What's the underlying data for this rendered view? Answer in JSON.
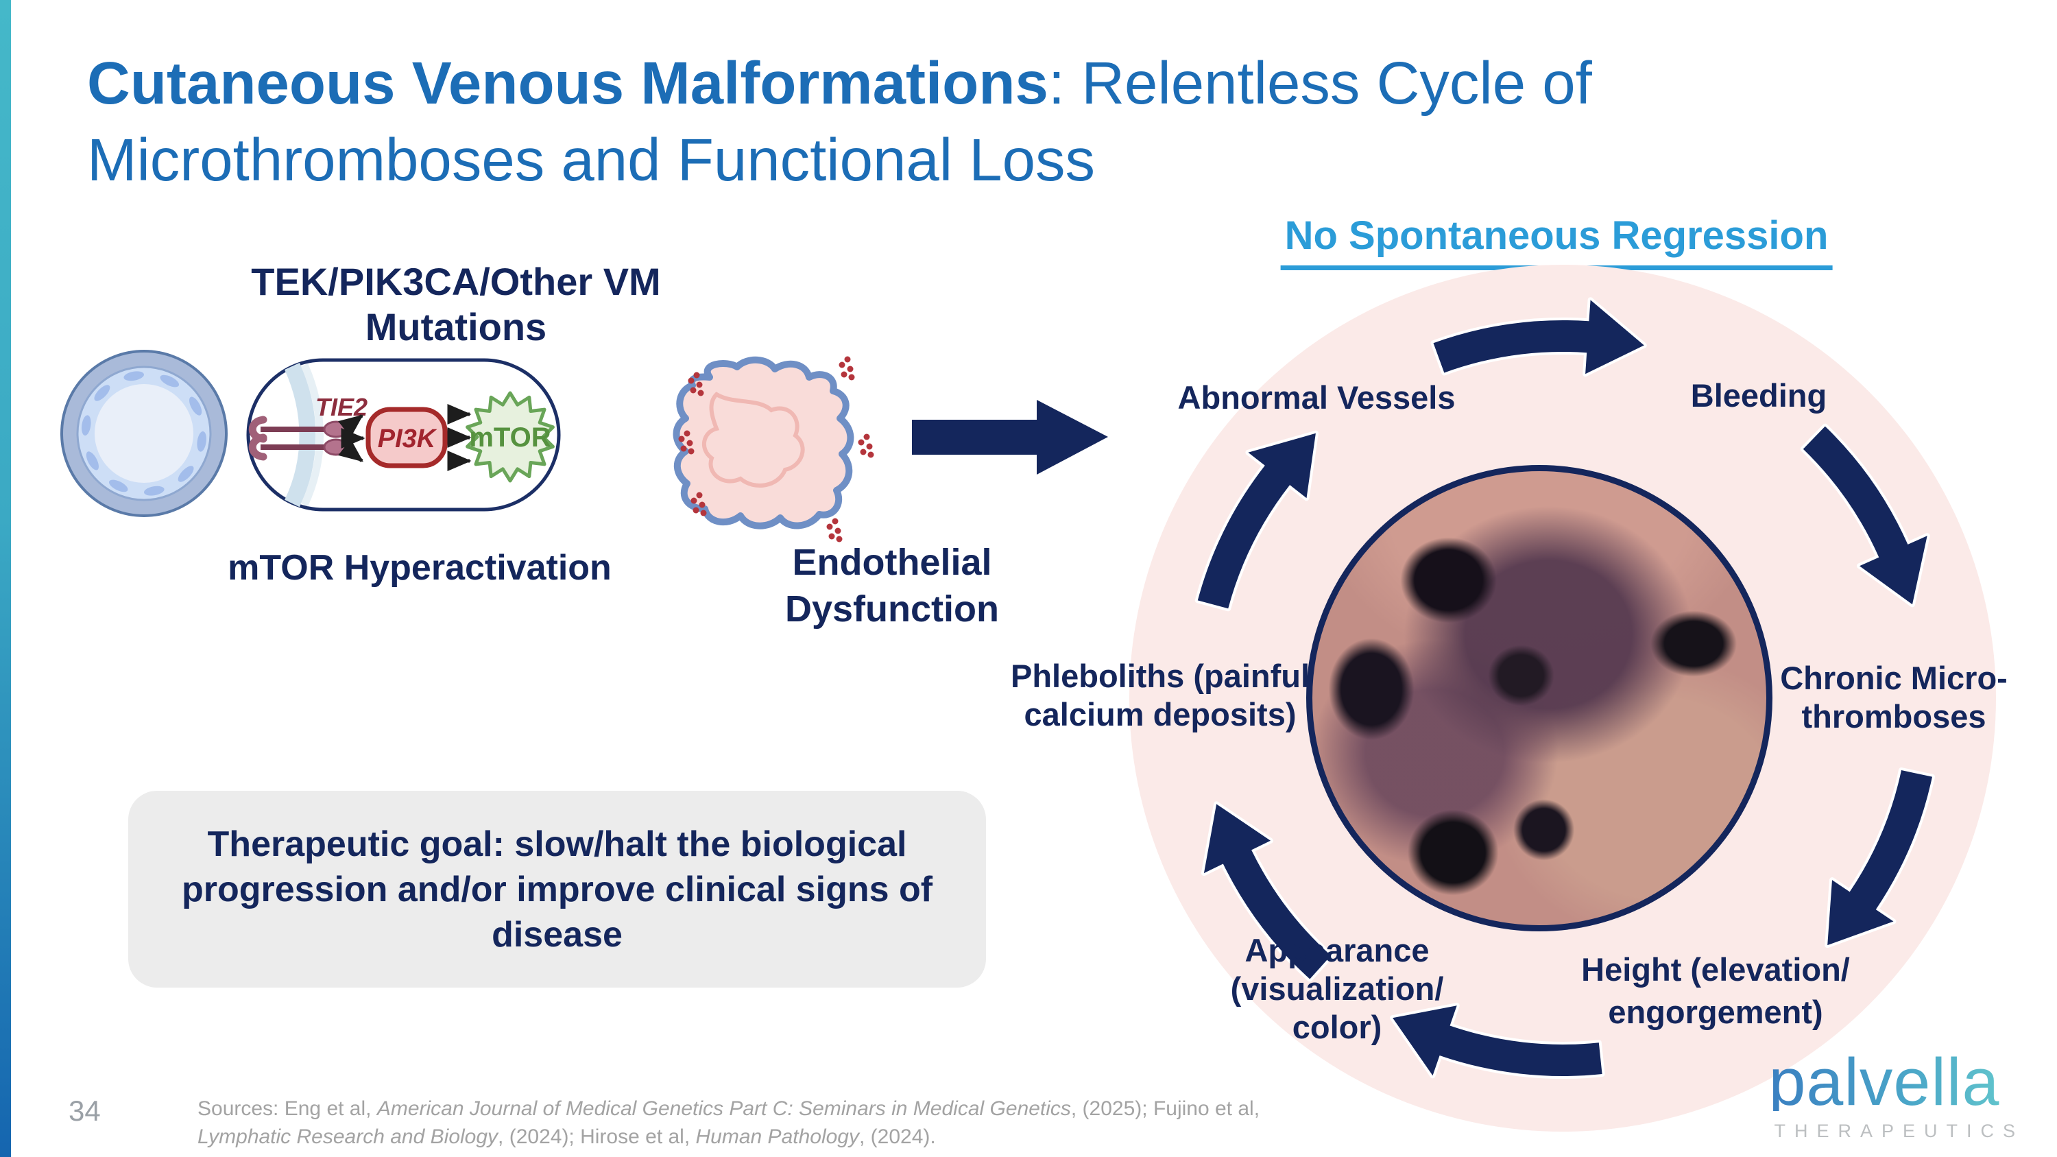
{
  "colors": {
    "accent_navy": "#14265c",
    "title_blue": "#1c6db6",
    "link_blue": "#2b9cd8",
    "pink_background": "#fbeae8",
    "teal_bar_top": "#45b8c9",
    "blue_bar_bottom": "#1565af",
    "goal_box_gray": "#ececec"
  },
  "header": {
    "title_emphasis": "Cutaneous Venous Malformations",
    "title_rest": ": Relentless Cycle of",
    "title_line2": "Microthromboses and Functional Loss"
  },
  "annotations": {
    "no_regression": "No Spontaneous Regression"
  },
  "pathway": {
    "mutations_line1": "TEK/PIK3CA/Other VM",
    "mutations_line2": "Mutations",
    "receptor_label": "TIE2",
    "kinase_label": "PI3K",
    "mtor_label": "mTOR",
    "hyperactivation": "mTOR Hyperactivation",
    "endothelial_line1": "Endothelial",
    "endothelial_line2": "Dysfunction"
  },
  "cycle": {
    "abnormal": "Abnormal Vessels",
    "bleeding": "Bleeding",
    "chronic": [
      "Chronic Micro-",
      "thromboses"
    ],
    "height": [
      "Height (elevation/",
      "engorgement)"
    ],
    "appearance": [
      "Appearance",
      "(visualization/",
      "color)"
    ],
    "phleboliths": [
      "Phleboliths (painful",
      "calcium deposits)"
    ]
  },
  "goal": {
    "lines": [
      "Therapeutic goal: slow/halt the biological",
      "progression and/or improve clinical signs of",
      "disease"
    ]
  },
  "footer": {
    "page_number": "34",
    "sources": [
      "Sources: Eng et al, ",
      "American Journal of Medical Genetics Part C: Seminars in Medical Genetics",
      ", (2025); Fujino et al,",
      "Lymphatic Research and Biology",
      ", (2024); Hirose et al, ",
      "Human Pathology",
      ", (2024)."
    ]
  },
  "logo": {
    "wordmark": "palvella",
    "tagline": "THERAPEUTICS"
  }
}
